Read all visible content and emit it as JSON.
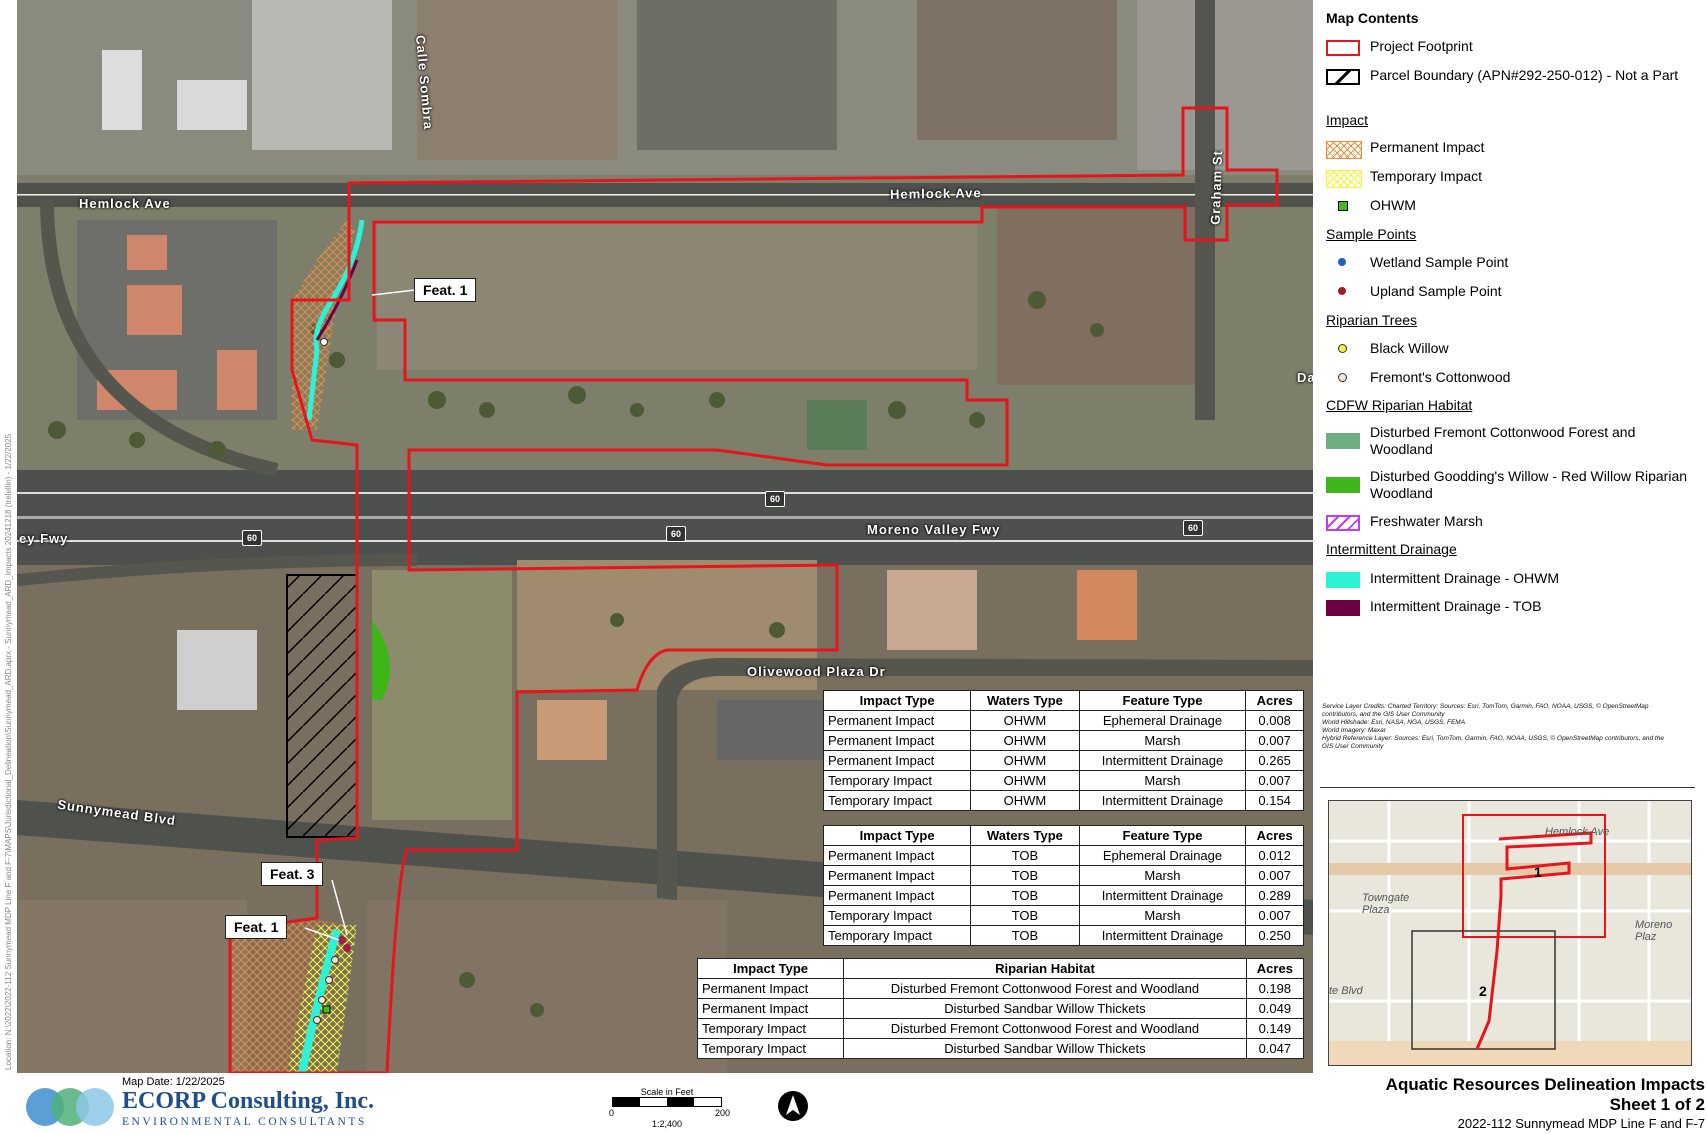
{
  "map": {
    "roads": {
      "hemlock_left": "Hemlock Ave",
      "hemlock_center": "Hemlock Ave",
      "calle_sombra": "Calle Sombra",
      "graham": "Graham St",
      "moreno_fwy": "Moreno Valley Fwy",
      "fwy_left": "ey Fwy",
      "olivewood": "Olivewood Plaza Dr",
      "sunnymead": "Sunnymead Blvd",
      "da": "Da"
    },
    "shields": [
      "60",
      "60",
      "60",
      "60"
    ],
    "features": [
      "Feat. 1",
      "Feat. 3",
      "Feat. 1"
    ],
    "colors": {
      "footprint": "#e8141c",
      "permanent": "#f08a3c",
      "temporary": "#f4f43a",
      "ohwm_drain": "#2ef2d5",
      "tob_drain": "#6b0044",
      "marsh": "#c03cf0",
      "cottonwood": "#6fae84",
      "willow": "#3fb51a"
    }
  },
  "tables": {
    "ohwm": {
      "headers": [
        "Impact Type",
        "Waters Type",
        "Feature Type",
        "Acres"
      ],
      "rows": [
        [
          "Permanent Impact",
          "OHWM",
          "Ephemeral Drainage",
          "0.008"
        ],
        [
          "Permanent Impact",
          "OHWM",
          "Marsh",
          "0.007"
        ],
        [
          "Permanent Impact",
          "OHWM",
          "Intermittent Drainage",
          "0.265"
        ],
        [
          "Temporary Impact",
          "OHWM",
          "Marsh",
          "0.007"
        ],
        [
          "Temporary Impact",
          "OHWM",
          "Intermittent Drainage",
          "0.154"
        ]
      ]
    },
    "tob": {
      "headers": [
        "Impact Type",
        "Waters Type",
        "Feature Type",
        "Acres"
      ],
      "rows": [
        [
          "Permanent Impact",
          "TOB",
          "Ephemeral Drainage",
          "0.012"
        ],
        [
          "Permanent Impact",
          "TOB",
          "Marsh",
          "0.007"
        ],
        [
          "Permanent Impact",
          "TOB",
          "Intermittent Drainage",
          "0.289"
        ],
        [
          "Temporary Impact",
          "TOB",
          "Marsh",
          "0.007"
        ],
        [
          "Temporary Impact",
          "TOB",
          "Intermittent Drainage",
          "0.250"
        ]
      ]
    },
    "riparian": {
      "headers": [
        "Impact Type",
        "Riparian Habitat",
        "Acres"
      ],
      "rows": [
        [
          "Permanent Impact",
          "Disturbed Fremont Cottonwood Forest and Woodland",
          "0.198"
        ],
        [
          "Permanent Impact",
          "Disturbed Sandbar Willow Thickets",
          "0.049"
        ],
        [
          "Temporary Impact",
          "Disturbed Fremont Cottonwood Forest and Woodland",
          "0.149"
        ],
        [
          "Temporary Impact",
          "Disturbed Sandbar Willow Thickets",
          "0.047"
        ]
      ]
    }
  },
  "legend": {
    "title": "Map Contents",
    "items": {
      "footprint": "Project Footprint",
      "parcel": "Parcel Boundary (APN#292-250-012) - Not a Part",
      "impact_sec": "Impact",
      "permanent": "Permanent Impact",
      "temporary": "Temporary Impact",
      "ohwm": "OHWM",
      "sample_sec": "Sample Points",
      "wetland_pt": "Wetland Sample Point",
      "upland_pt": "Upland Sample Point",
      "trees_sec": "Riparian Trees",
      "black_willow": "Black Willow",
      "cottonwood_tree": "Fremont's Cottonwood",
      "cdfw_sec": "CDFW Riparian Habitat",
      "cottonwood_forest": "Disturbed Fremont Cottonwood Forest and Woodland",
      "goodding": "Disturbed Goodding's Willow - Red Willow Riparian Woodland",
      "marsh": "Freshwater Marsh",
      "drain_sec": "Intermittent Drainage",
      "drain_ohwm": "Intermittent Drainage - OHWM",
      "drain_tob": "Intermittent Drainage - TOB"
    }
  },
  "credits": [
    "Service Layer Credits: Charted Territory: Sources: Esri, TomTom, Garmin, FAO, NOAA, USGS, © OpenStreetMap contributors, and the GIS User Community",
    "World Hillshade: Esri, NASA, NGA, USGS, FEMA",
    "World Imagery: Maxar",
    "Hybrid Reference Layer: Sources: Esri, TomTom, Garmin, FAO, NOAA, USGS, © OpenStreetMap contributors, and the GIS User Community"
  ],
  "inset": {
    "towngate": "Towngate Plaza",
    "moreno": "Moreno Plaz",
    "blvd": "te Blvd",
    "hemlock": "Hemlock Ave",
    "sheet1": "1",
    "sheet2": "2"
  },
  "side_label": "Location: N:\\2022\\2022-112 Sunnymead MDP Line F and F-7\\MAPS\\Jurisdictional_Delineation\\Sunnymead_ARD.aprx - Sunnymead_ARD_Impacts  20241218 (trelellin) - 1/22/2025",
  "footer": {
    "map_date": "Map Date: 1/22/2025",
    "company": "ECORP Consulting, Inc.",
    "subtitle": "ENVIRONMENTAL CONSULTANTS",
    "scale_title": "Scale in Feet",
    "scale_zero": "0",
    "scale_max": "200",
    "scale_ratio": "1:2,400",
    "title1": "Aquatic Resources Delineation Impacts",
    "title2": "Sheet 1 of 2",
    "title3": "2022-112 Sunnymead MDP Line F and F-7"
  }
}
